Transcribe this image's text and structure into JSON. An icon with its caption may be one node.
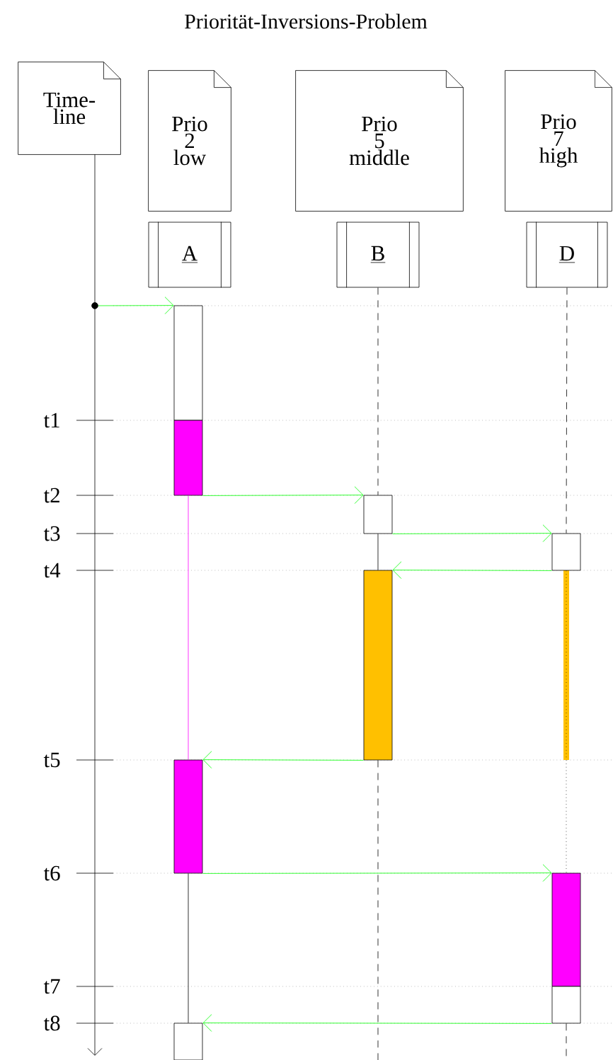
{
  "diagram": {
    "title": "Priorität-Inversions-Problem",
    "nodes": [
      {
        "text": [
          "Time-line"
        ]
      },
      {
        "text": [
          "Prio 2 low"
        ]
      },
      {
        "text": [
          "Prio 5 middle"
        ]
      },
      {
        "text": [
          "Prio 7 high"
        ]
      },
      {
        "text": [
          "A"
        ]
      },
      {
        "text": [
          "B"
        ]
      },
      {
        "text": [
          "D"
        ]
      },
      {
        "text": [],
        "shape": "bar"
      },
      {
        "text": [],
        "shape": "bar"
      },
      {
        "text": [],
        "shape": "bar"
      },
      {
        "text": [],
        "shape": "bar"
      },
      {
        "text": [],
        "shape": "bar"
      },
      {
        "text": [],
        "shape": "bar"
      },
      {
        "text": [],
        "shape": "bar"
      },
      {
        "text": [],
        "shape": "bar"
      },
      {
        "text": [],
        "shape": "bar"
      },
      {
        "text": [],
        "shape": "circle"
      }
    ],
    "edges": [
      {
        "from": 16,
        "to": 7,
        "arrow": "to"
      },
      {
        "from": 8,
        "to": 9,
        "arrow": "to"
      },
      {
        "from": 9,
        "to": 10,
        "arrow": "to"
      },
      {
        "from": 10,
        "to": 11,
        "arrow": "to"
      },
      {
        "from": 11,
        "to": 12,
        "arrow": "to"
      },
      {
        "from": 12,
        "to": 13,
        "arrow": "to"
      },
      {
        "from": 14,
        "to": 15,
        "arrow": "to"
      },
      {
        "from": 8,
        "to": 12,
        "arrow": "none",
        "color": "#ff00ff"
      },
      {
        "from": 12,
        "to": 15,
        "arrow": "none",
        "color": "#000000"
      },
      {
        "from": 5,
        "to": 9,
        "arrow": "none",
        "style": "dashed",
        "color": "#000000"
      },
      {
        "from": 9,
        "to": 11,
        "arrow": "none",
        "color": "#000000"
      },
      {
        "from": 11,
        "to": null,
        "arrow": "none",
        "style": "dashed",
        "color": "#000000"
      },
      {
        "from": 6,
        "to": 10,
        "arrow": "none",
        "style": "dashed",
        "color": "#000000"
      },
      {
        "from": 10,
        "to": 13,
        "arrow": "none",
        "style": "dashed",
        "color": "#000000"
      },
      {
        "from": 14,
        "to": null,
        "arrow": "none",
        "style": "dashed",
        "color": "#000000"
      }
    ],
    "labels": [
      "t1",
      "t2",
      "t3",
      "t4",
      "t5",
      "t6",
      "t7",
      "t8"
    ]
  }
}
